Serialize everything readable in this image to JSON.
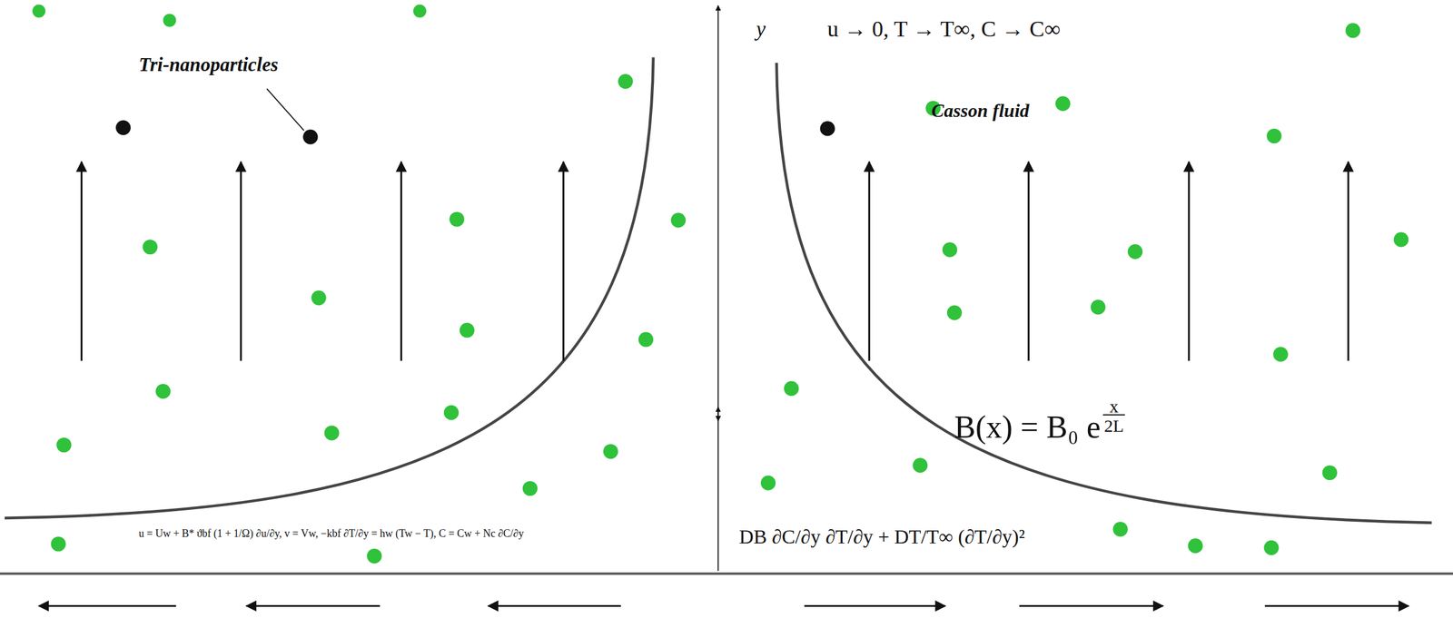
{
  "diagram": {
    "labels": [
      "Tri-nanoparticles",
      "y",
      "u → 0, T → T∞,  C → C∞",
      "Casson fluid",
      "B(x) = B₀ e",
      "x",
      "2L",
      "DB ∂C/∂y ∂T/∂y + DT/T∞ (∂T/∂y)²",
      "u = Uw + B* ϑbf (1 + 1/Ω) ∂u/∂y, v = Vw, −kbf ∂T/∂y = hw (Tw − T), C = Cw + Nc ∂C/∂y"
    ]
  }
}
